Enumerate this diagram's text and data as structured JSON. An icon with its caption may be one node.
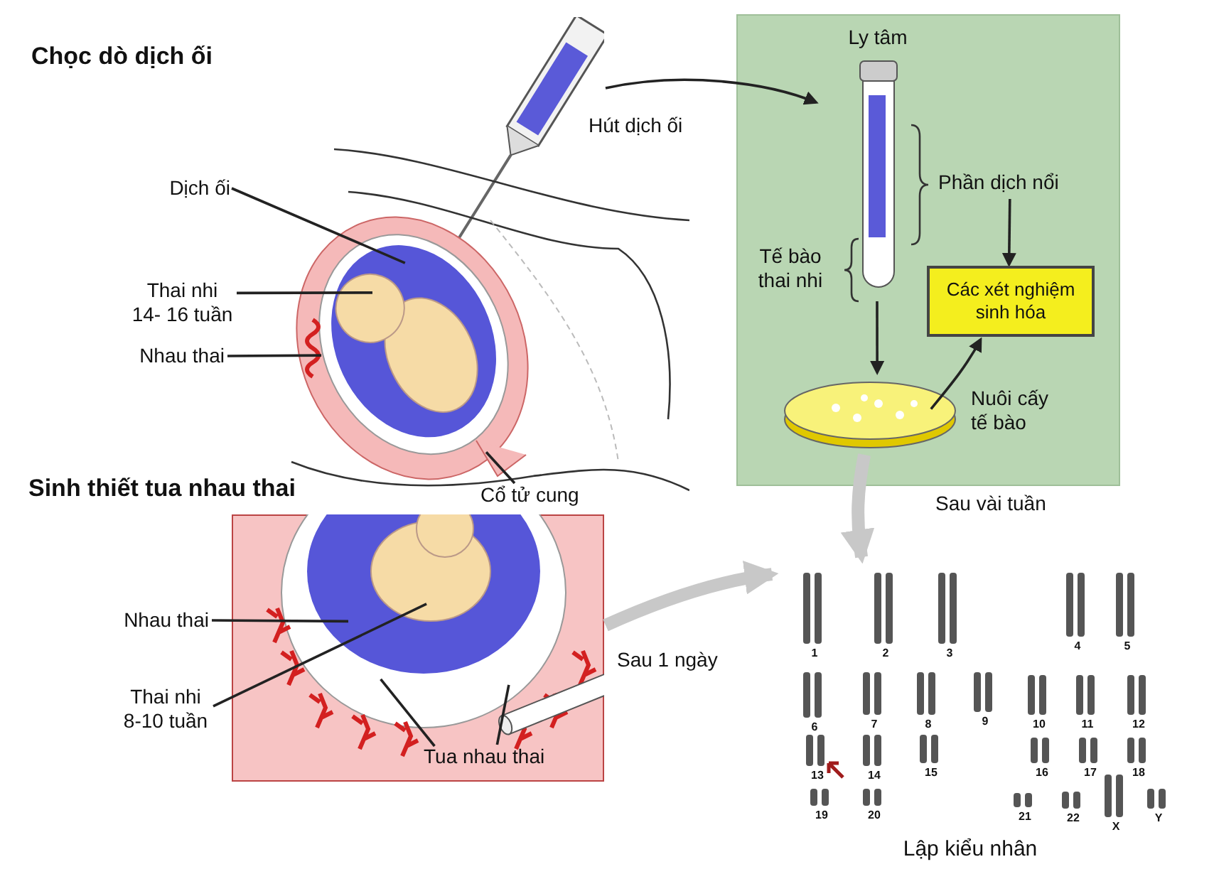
{
  "diagram": {
    "nodes": [
      {
        "text": [],
        "shape": "picture"
      },
      {
        "text": [
          "Ly tâm"
        ]
      },
      {
        "text": [],
        "shape": "picture"
      },
      {
        "text": [
          "Dịch ối"
        ]
      },
      {
        "text": [
          "Phần dịch nổi"
        ]
      },
      {
        "text": [
          "Thai nhi 14- 16 tuần"
        ]
      },
      {
        "text": [
          "Tế bào thai nhi"
        ]
      },
      {
        "text": [
          "Các xét nghiệm sinh hóa"
        ]
      },
      {
        "text": [
          "Nhau thai"
        ]
      },
      {
        "text": [],
        "shape": "picture",
        "beside": [
          "Nuôi cấy tế bào"
        ]
      },
      {
        "text": [
          "Cổ tử cung"
        ]
      },
      {
        "text": [],
        "shape": "picture"
      },
      {
        "text": [],
        "shape": "picture",
        "beside": [
          "Lập kiểu nhân"
        ]
      },
      {
        "text": [
          "Nhau thai"
        ]
      },
      {
        "text": [
          "Thai nhi 8-10 tuần"
        ]
      },
      {
        "text": [
          "Tua nhau thai"
        ],
        "in": 11
      }
    ],
    "edges": [
      {
        "from": 0,
        "to": 1,
        "arrow": "to",
        "label": "Hút dịch ối"
      },
      {
        "from": 4,
        "to": 7,
        "arrow": "to"
      },
      {
        "from": 1,
        "to": 9,
        "arrow": "to"
      },
      {
        "from": 9,
        "to": 7,
        "arrow": "to"
      },
      {
        "from": 9,
        "to": 12,
        "arrow": "to",
        "label": "Sau vài tuần",
        "style": "thick",
        "color": "#c8c8c8"
      },
      {
        "from": 11,
        "to": 12,
        "arrow": "to",
        "label": "Sau 1 ngày",
        "style": "thick",
        "color": "#c8c8c8"
      },
      {
        "from": 3,
        "to": 2,
        "arrow": "none"
      },
      {
        "from": 5,
        "to": 2,
        "arrow": "none"
      },
      {
        "from": 8,
        "to": 2,
        "arrow": "none"
      },
      {
        "from": 10,
        "to": 2,
        "arrow": "none"
      },
      {
        "from": 13,
        "to": 11,
        "arrow": "none"
      },
      {
        "from": 14,
        "to": 11,
        "arrow": "none"
      },
      {
        "from": 15,
        "to": 11,
        "arrow": "none"
      },
      {
        "from": 15,
        "to": 11,
        "arrow": "none"
      }
    ],
    "labels": [
      "Chọc dò dịch ối",
      "Sinh thiết tua nhau thai",
      "1",
      "2",
      "3",
      "4",
      "5",
      "6",
      "7",
      "8",
      "9",
      "10",
      "11",
      "12",
      "13",
      "14",
      "15",
      "16",
      "17",
      "18",
      "19",
      "20",
      "21",
      "22",
      "X",
      "Y"
    ]
  }
}
